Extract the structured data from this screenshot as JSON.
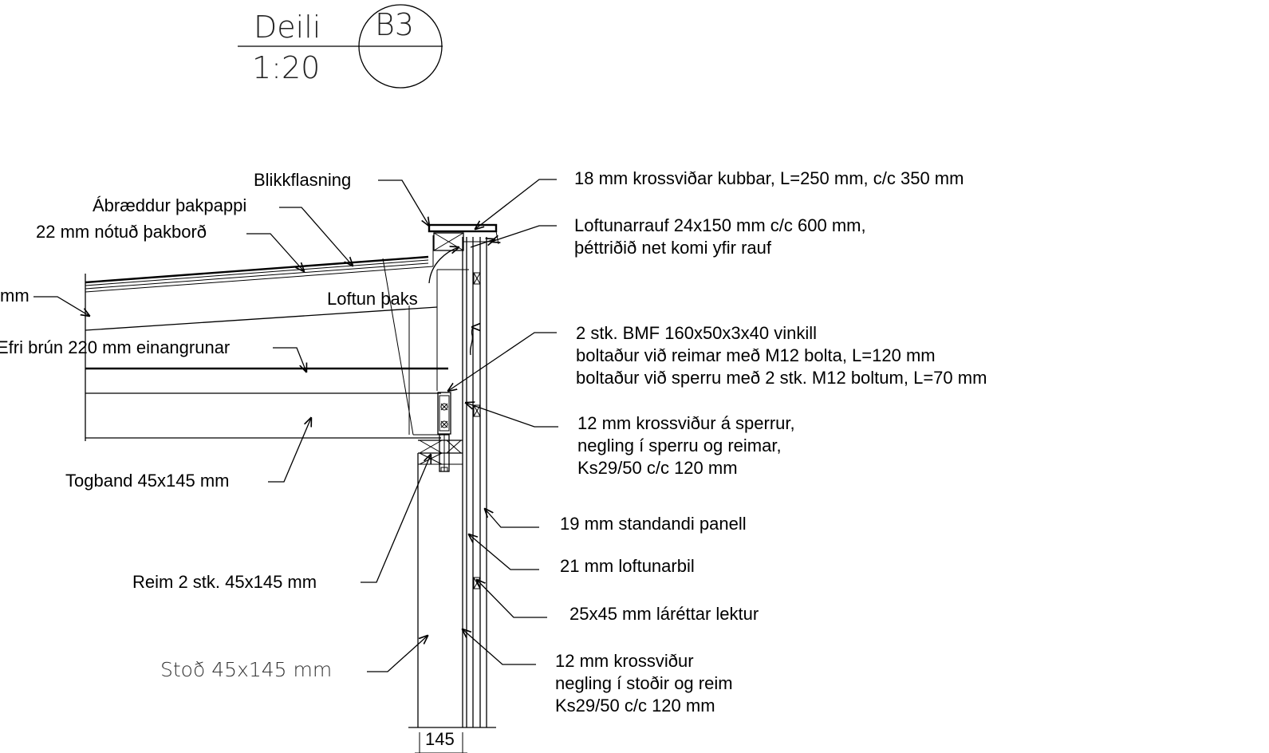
{
  "title_block": {
    "name": "Deili",
    "scale": "1:20",
    "id": "B3"
  },
  "labels": {
    "blikk": "Blikkflasning",
    "pappi": "Ábræddur þakpappi",
    "bord": "22 mm nótuð þakborð",
    "mm_cut": "mm",
    "efri": "Efri brún 220 mm einangrunar",
    "loftun_paks": "Loftun þaks",
    "togband": "Togband 45x145 mm",
    "reim": "Reim 2 stk. 45x145 mm",
    "stod": "Stoð 45x145 mm",
    "kubbar": "18 mm krossviðar kubbar, L=250 mm, c/c 350 mm",
    "rauf1": "Loftunarrauf 24x150 mm c/c 600 mm,",
    "rauf2": "þéttriðið net komi yfir rauf",
    "bmf1": "2 stk. BMF 160x50x3x40 vinkill",
    "bmf2": "boltaður við reimar með M12 bolta, L=120 mm",
    "bmf3": "boltaður við sperru með 2 stk. M12 boltum, L=70 mm",
    "kv1a": "12 mm krossviður á sperrur,",
    "kv1b": "negling í sperru og reimar,",
    "kv1c": "Ks29/50 c/c 120 mm",
    "panell": "19 mm standandi panell",
    "loftunarbil": "21 mm loftunarbil",
    "lektur": "25x45 mm láréttar lektur",
    "kv2a": "12 mm krossviður",
    "kv2b": "negling í stoðir og reim",
    "kv2c": "Ks29/50 c/c 120 mm",
    "dim145": "145"
  }
}
